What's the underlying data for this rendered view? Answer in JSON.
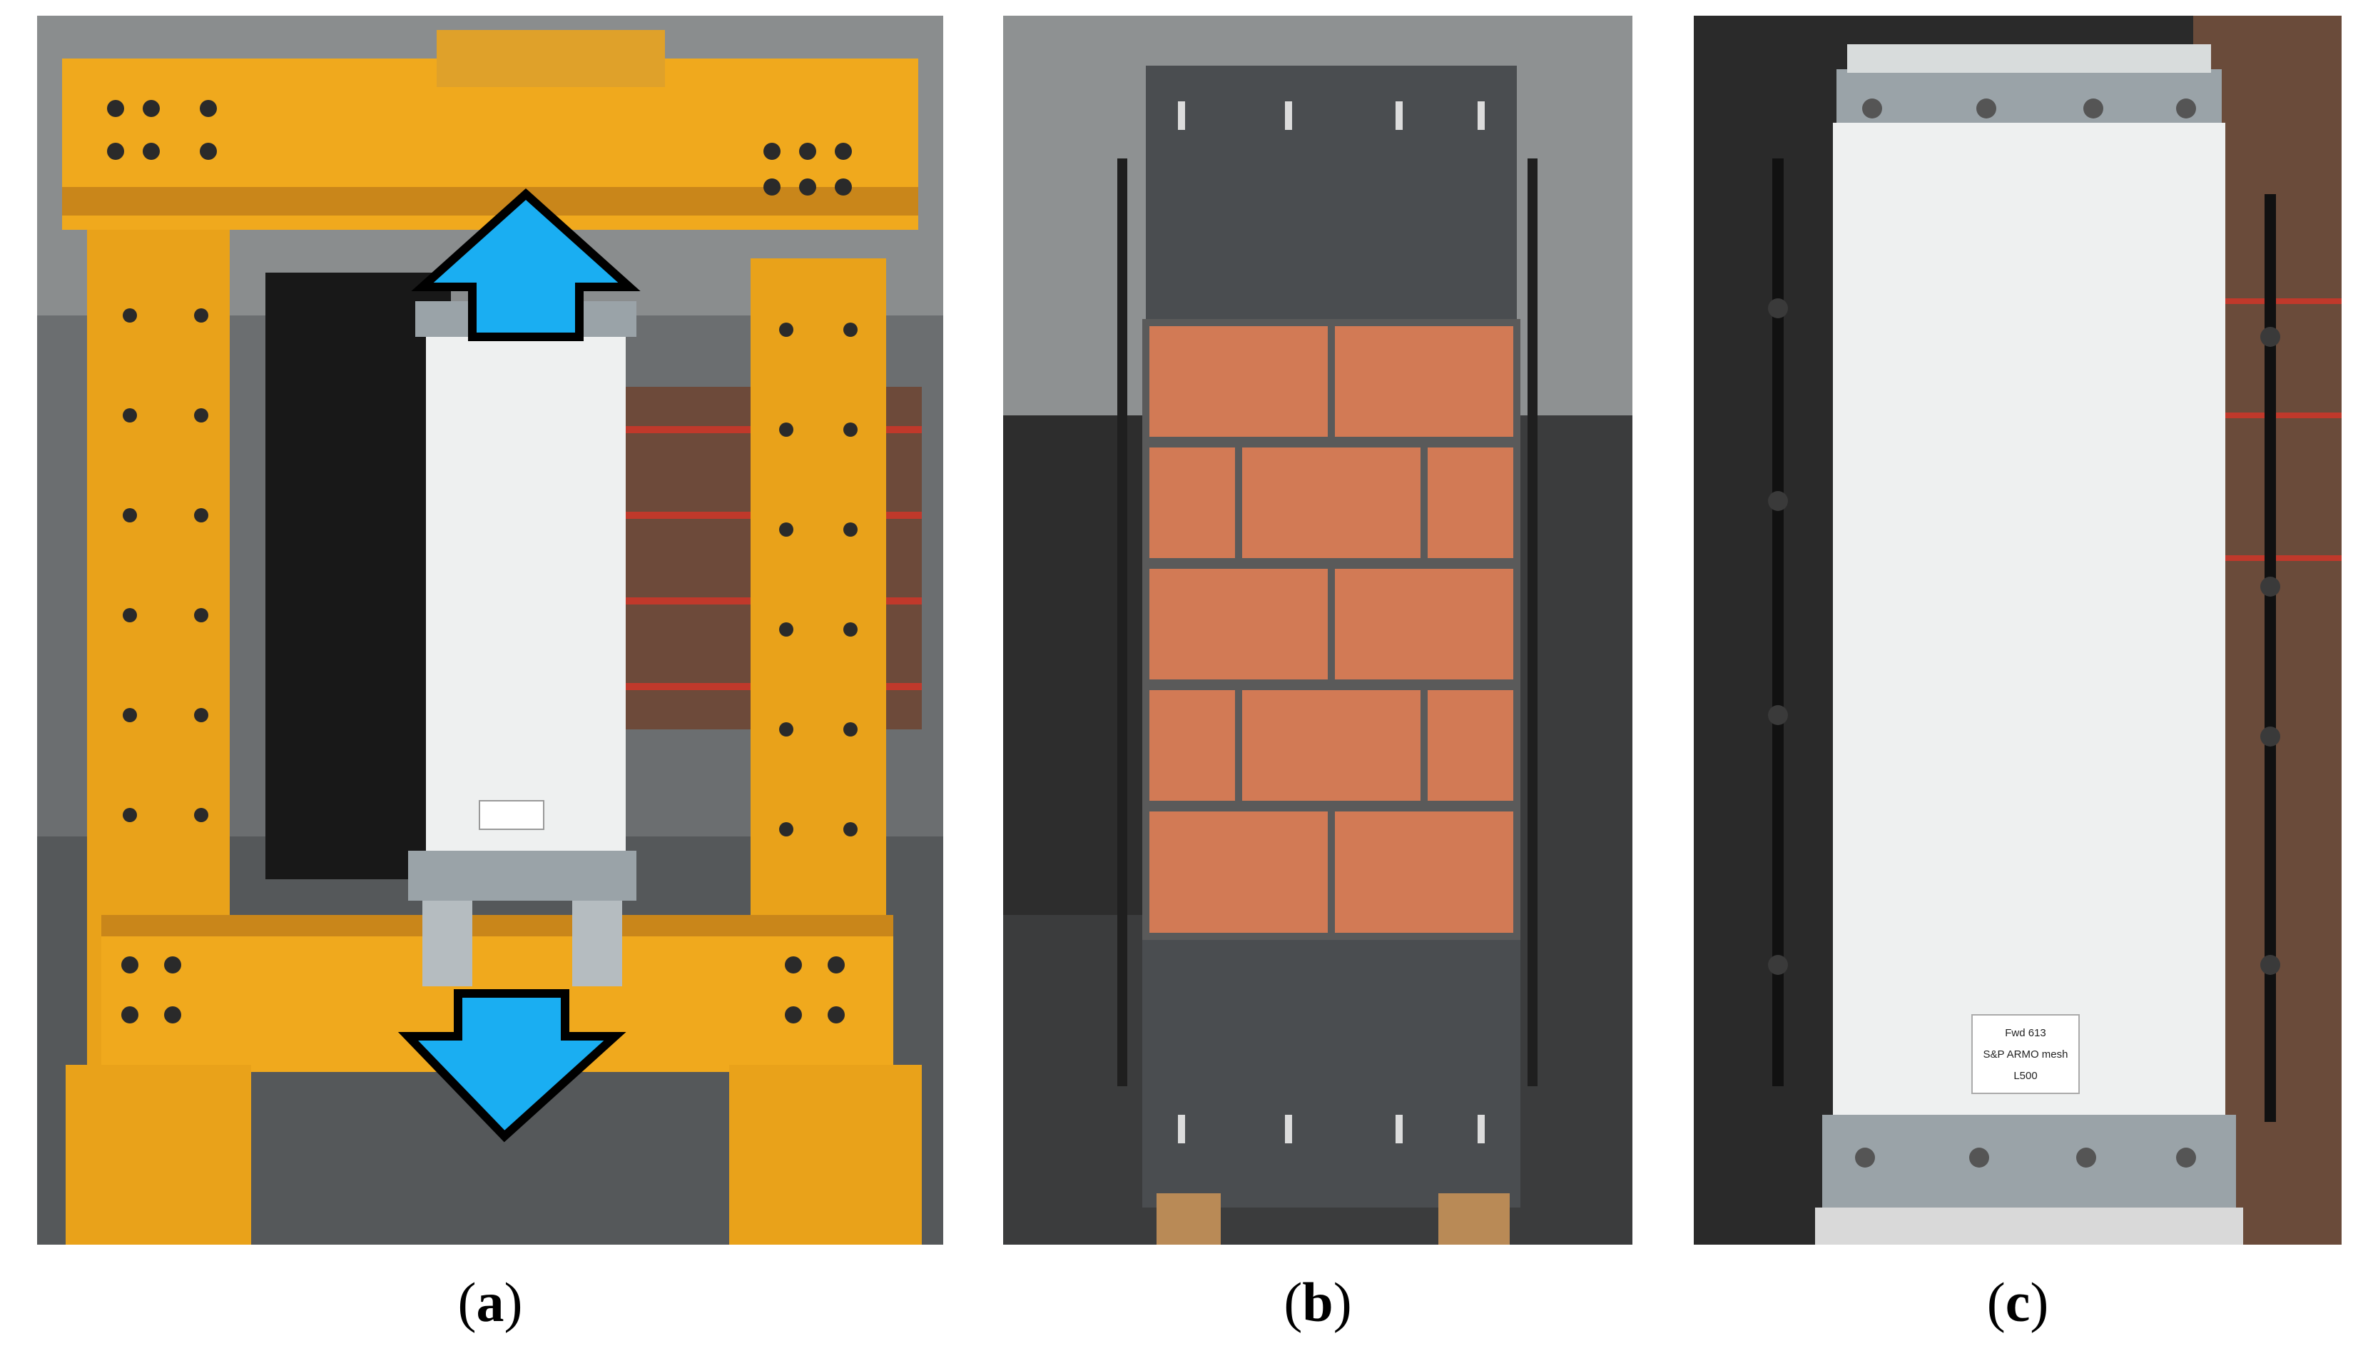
{
  "panels": [
    {
      "id": "a",
      "caption_open": "(",
      "caption_letter": "a",
      "caption_close": ")"
    },
    {
      "id": "b",
      "caption_open": "(",
      "caption_letter": "b",
      "caption_close": ")"
    },
    {
      "id": "c",
      "caption_open": "(",
      "caption_letter": "c",
      "caption_close": ")",
      "specimen_label": [
        "Fwd 613",
        "S&P ARMO mesh",
        "L500"
      ]
    }
  ],
  "colors": {
    "frame_orange": "#e9a21a",
    "arrow_blue": "#1aaef2",
    "brick": "#d27a55",
    "concrete": "#4a4d50",
    "specimen_white": "#eef0f0"
  },
  "icons": [
    "arrow-up-icon",
    "arrow-down-icon"
  ]
}
